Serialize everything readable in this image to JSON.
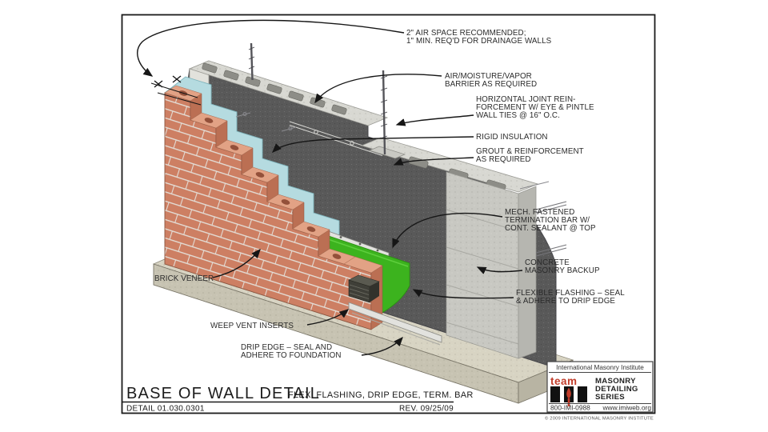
{
  "page": {
    "background": "#ffffff",
    "border_color": "#1a1a1a"
  },
  "annotations": {
    "air_space": {
      "lines": [
        "2\" AIR SPACE RECOMMENDED;",
        "1\" MIN. REQ'D FOR DRAINAGE WALLS"
      ]
    },
    "vapor_barrier": {
      "lines": [
        "AIR/MOISTURE/VAPOR",
        "BARRIER AS REQUIRED"
      ]
    },
    "joint_reinforcement": {
      "lines": [
        "HORIZONTAL JOINT REIN-",
        "FORCEMENT W/ EYE & PINTLE",
        "WALL TIES @ 16\" O.C."
      ]
    },
    "rigid_insulation": {
      "lines": [
        "RIGID INSULATION"
      ]
    },
    "grout": {
      "lines": [
        "GROUT & REINFORCEMENT",
        "AS REQUIRED"
      ]
    },
    "termination_bar": {
      "lines": [
        "MECH. FASTENED",
        "TERMINATION BAR W/",
        "CONT. SEALANT @ TOP"
      ]
    },
    "cmu_backup": {
      "lines": [
        "CONCRETE",
        "MASONRY BACKUP"
      ]
    },
    "flexible_flashing": {
      "lines": [
        "FLEXIBLE FLASHING – SEAL",
        "& ADHERE TO DRIP EDGE"
      ]
    },
    "brick_veneer": {
      "lines": [
        "BRICK VENEER"
      ]
    },
    "weep_vents": {
      "lines": [
        "WEEP VENT INSERTS"
      ]
    },
    "drip_edge": {
      "lines": [
        "DRIP EDGE – SEAL AND",
        "ADHERE TO FOUNDATION"
      ]
    }
  },
  "title_block": {
    "title": "BASE OF WALL DETAIL",
    "subtitle": "FLEX. FLASHING, DRIP EDGE, TERM. BAR",
    "detail_number": "DETAIL 01.030.0301",
    "revision": "REV. 09/25/09"
  },
  "branding": {
    "institute": "International Masonry Institute",
    "team": "team",
    "series_lines": [
      "MASONRY",
      "DETAILING",
      "SERIES"
    ],
    "phone": "800-IMI-0988",
    "website": "www.imiweb.org",
    "copyright": "© 2009 INTERNATIONAL MASONRY INSTITUTE"
  },
  "colors": {
    "brick_face": "#cd7f63",
    "brick_top": "#e2a285",
    "brick_side": "#bb6f53",
    "mortar": "#e3ddd6",
    "insulation": "#b5dbe0",
    "barrier": "#595959",
    "cmu_top": "#d8d8d2",
    "cmu_front": "#c8c8c2",
    "cmu_side": "#b6b6b0",
    "cmu_core": "#8d8d87",
    "flashing_green": "#3cb31e",
    "foundation_top": "#d8d4c3",
    "foundation_front": "#c7c3b2",
    "foundation_side": "#b8b4a3",
    "metal": "#e2e2de",
    "weep_dark": "#3f3f38",
    "accent_red": "#c13c2a",
    "ink": "#1c1c1c"
  }
}
